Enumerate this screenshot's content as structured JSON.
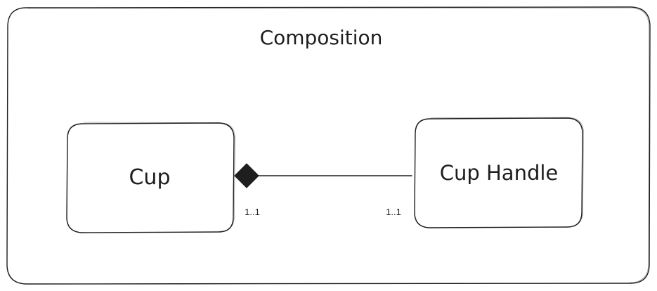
{
  "diagram": {
    "title": "Composition",
    "left_box": {
      "label": "Cup"
    },
    "right_box": {
      "label": "Cup Handle"
    },
    "association": {
      "type": "composition",
      "left_multiplicity": "1..1",
      "right_multiplicity": "1..1"
    }
  },
  "colors": {
    "stroke": "#1e1e1e",
    "background": "#ffffff"
  }
}
